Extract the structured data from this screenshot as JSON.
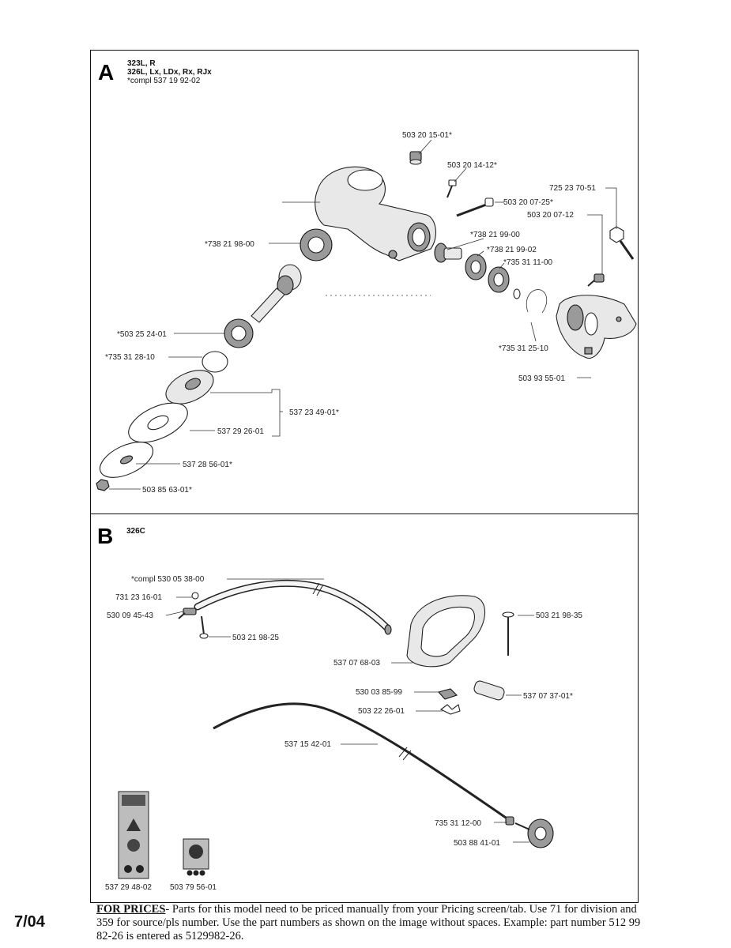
{
  "section_a": {
    "letter": "A",
    "models_line1": "323L, R",
    "models_line2": "326L, Lx, LDx, Rx, RJx",
    "compl": "*compl 537 19 92-02"
  },
  "section_b": {
    "letter": "B",
    "model": "326C"
  },
  "parts_a": [
    "503 20 15-01*",
    "503 20 14-12*",
    "725 23 70-51",
    "503 20 07-25*",
    "503 20 07-12",
    "*738 21 98-00",
    "*738 21 99-00",
    "*738 21 99-02",
    "*735 31 11-00",
    "*503 25 24-01",
    "*735 31 28-10",
    "*735 31 25-10",
    "503 93 55-01",
    "537 23 49-01*",
    "537 29 26-01",
    "537 28 56-01*",
    "503 85 63-01*"
  ],
  "parts_b": [
    "*compl 530 05 38-00",
    "731 23 16-01",
    "530 09 45-43",
    "503 21 98-25",
    "503 21 98-35",
    "537 07 68-03",
    "530 03 85-99",
    "537 07 37-01*",
    "503 22 26-01",
    "537 15 42-01",
    "735 31 12-00",
    "503 88 41-01",
    "537 29 48-02",
    "503 79 56-01"
  ],
  "footer": {
    "date": "7/04",
    "heading": "FOR PRICES",
    "text": "- Parts for this model need to be priced manually from your Pricing screen/tab. Use 71 for division and 359 for source/pls number.  Use the part numbers as shown on the image without spaces.  Example: part number 512 99 82-26 is entered as 5129982-26."
  }
}
